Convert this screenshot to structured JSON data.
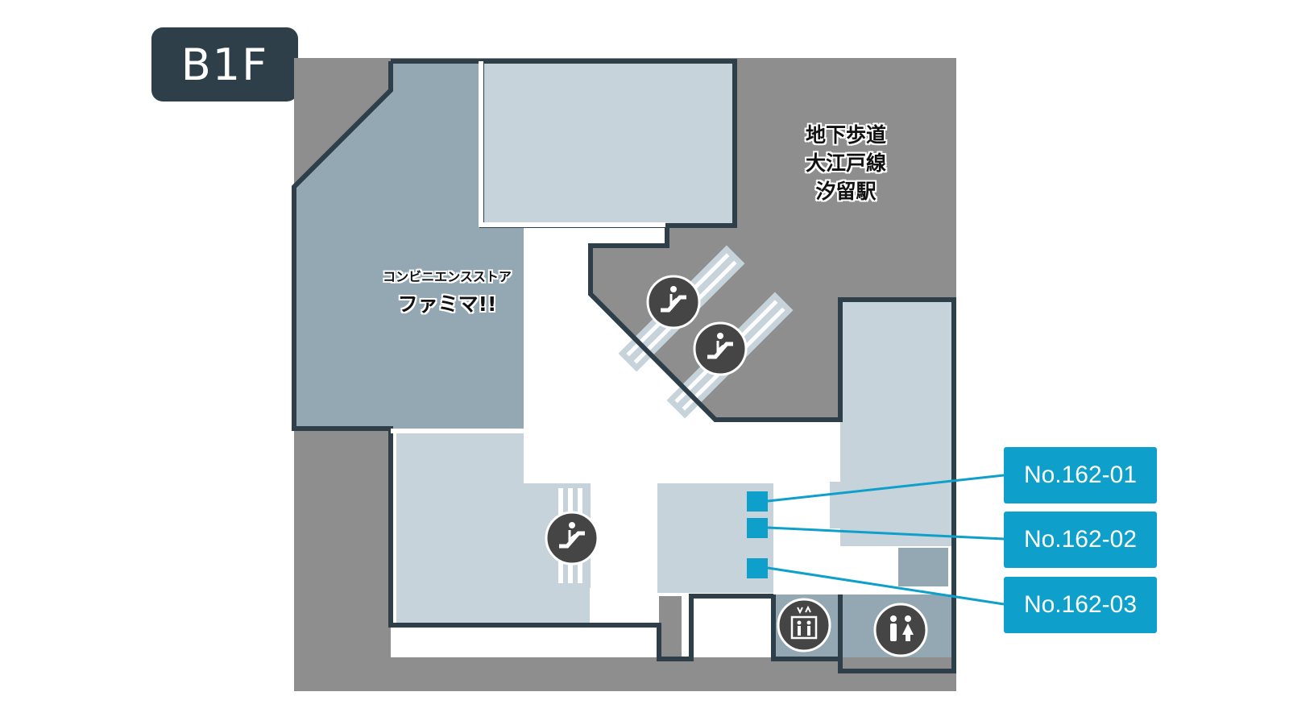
{
  "floor": {
    "label": "B1F"
  },
  "store": {
    "category": "コンビニエンスストア",
    "name": "ファミマ!!"
  },
  "station": {
    "lines": [
      "地下歩道",
      "大江戸線",
      "汐留駅"
    ]
  },
  "lockers": [
    {
      "label": "No.162-01"
    },
    {
      "label": "No.162-02"
    },
    {
      "label": "No.162-03"
    }
  ],
  "icons": {
    "escalators": [
      "escalator-icon",
      "escalator-icon",
      "escalator-icon"
    ],
    "elevator": "elevator-icon",
    "restroom": "restroom-icon"
  },
  "colors": {
    "badge": "#2e3f4a",
    "wall": "#2e3f4a",
    "dark_area": "#8e8e8e",
    "store_area": "#93a8b3",
    "light_area": "#c6d3db",
    "corridor": "#ffffff",
    "accent": "#0ea0cb",
    "icon_bg": "#454545"
  }
}
